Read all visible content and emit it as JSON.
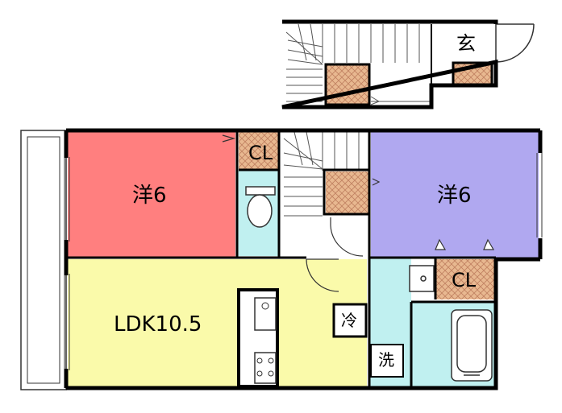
{
  "floor_plan": {
    "upper_floor": {
      "entrance_label": "玄"
    },
    "rooms": {
      "western_left": "洋6",
      "western_right": "洋6",
      "ldk": "LDK10.5",
      "closet_top": "CL",
      "closet_right": "CL",
      "fridge": "冷",
      "washer": "洗"
    },
    "colors": {
      "western_left": "#ff7f7f",
      "western_right": "#b0a8f0",
      "ldk": "#fafaaa",
      "wet_area": "#c0f0f0",
      "storage_hatch": "#e8b890",
      "wall": "#000000"
    }
  }
}
